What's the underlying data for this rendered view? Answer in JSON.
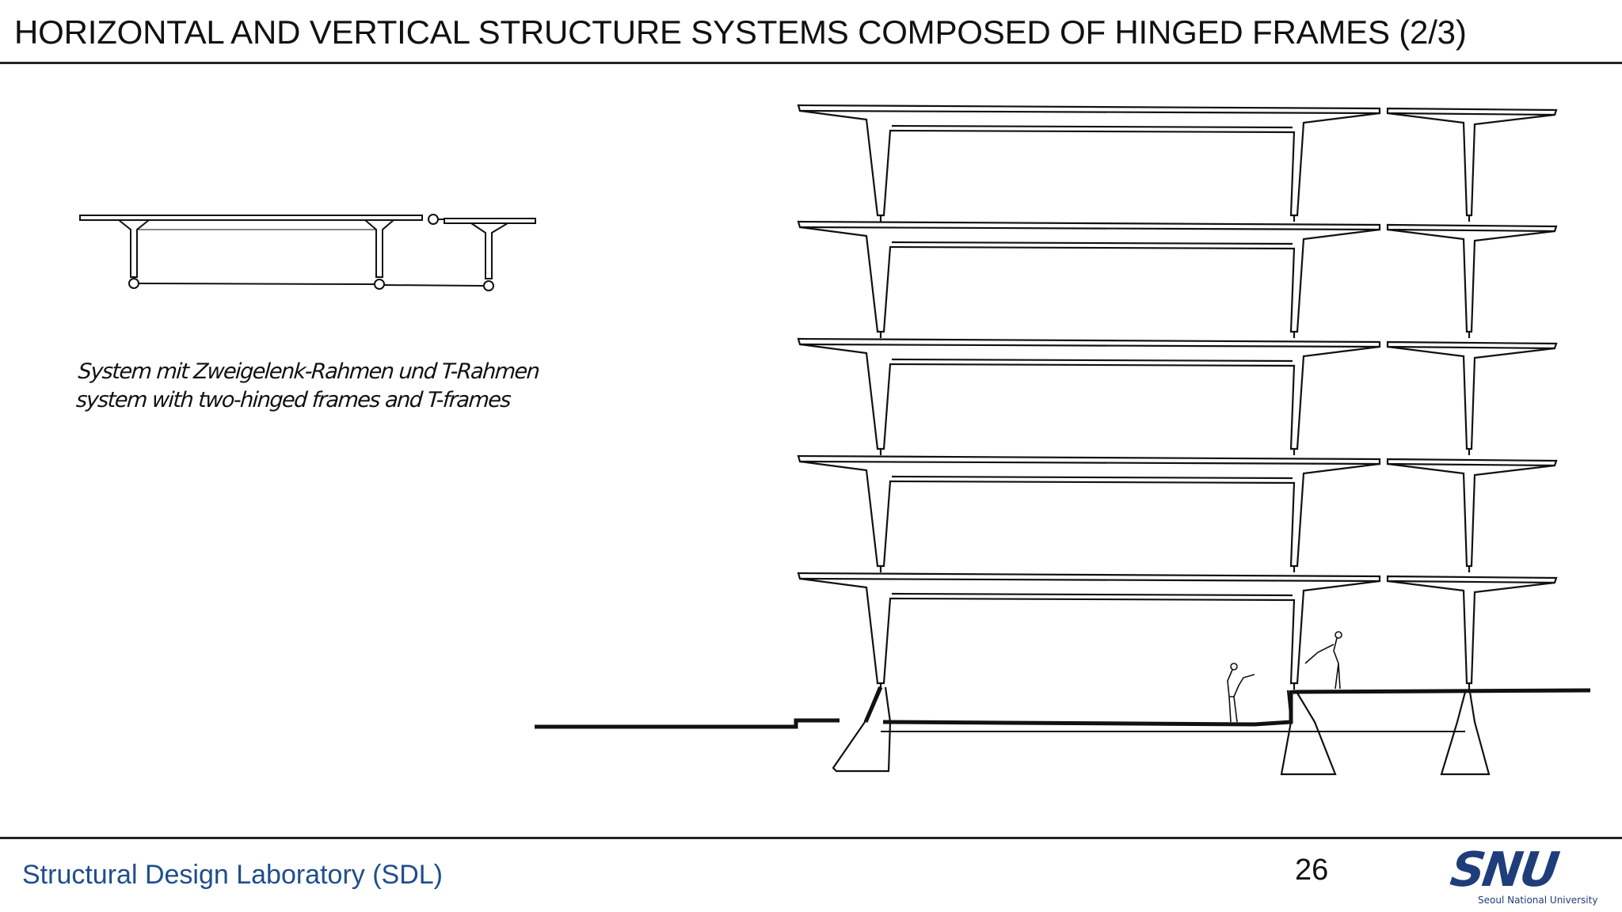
{
  "slide": {
    "title": "HORIZONTAL AND VERTICAL STRUCTURE SYSTEMS COMPOSED OF HINGED FRAMES (2/3)",
    "page_number": "26"
  },
  "figure": {
    "caption_de": "System mit Zweigelenk-Rahmen und T-Rahmen",
    "caption_en": "system with two-hinged frames and T-frames"
  },
  "footer": {
    "lab_name": "Structural Design Laboratory (SDL)",
    "logo_text": "SNU",
    "logo_subtext": "Seoul National University",
    "lab_color": "#1f4e8c"
  }
}
